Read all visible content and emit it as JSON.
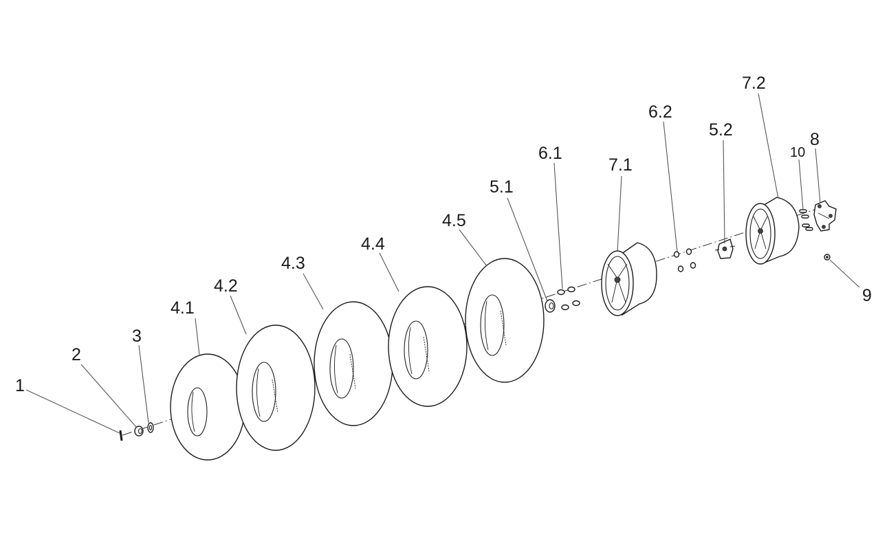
{
  "labels": {
    "l1": "1",
    "l2": "2",
    "l3": "3",
    "l4_1": "4.1",
    "l4_2": "4.2",
    "l4_3": "4.3",
    "l4_4": "4.4",
    "l4_5": "4.5",
    "l5_1": "5.1",
    "l6_1": "6.1",
    "l7_1": "7.1",
    "l6_2": "6.2",
    "l5_2": "5.2",
    "l7_2": "7.2",
    "l10": "10",
    "l8": "8",
    "l9": "9"
  }
}
